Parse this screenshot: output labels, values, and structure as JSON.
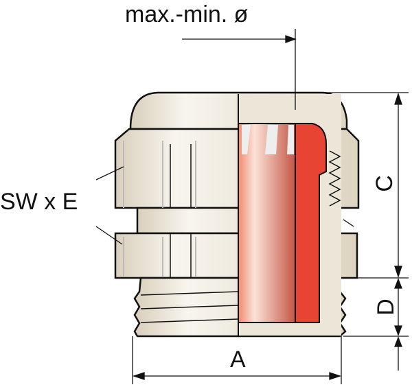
{
  "labels": {
    "diameter": "max.-min. ø",
    "wrench": "SW x E",
    "height_c": "C",
    "height_d": "D",
    "width_a": "A"
  },
  "colors": {
    "body": "#e3dccb",
    "body_light": "#f4f0e6",
    "insert_red": "#e84434",
    "outline": "#111111"
  }
}
